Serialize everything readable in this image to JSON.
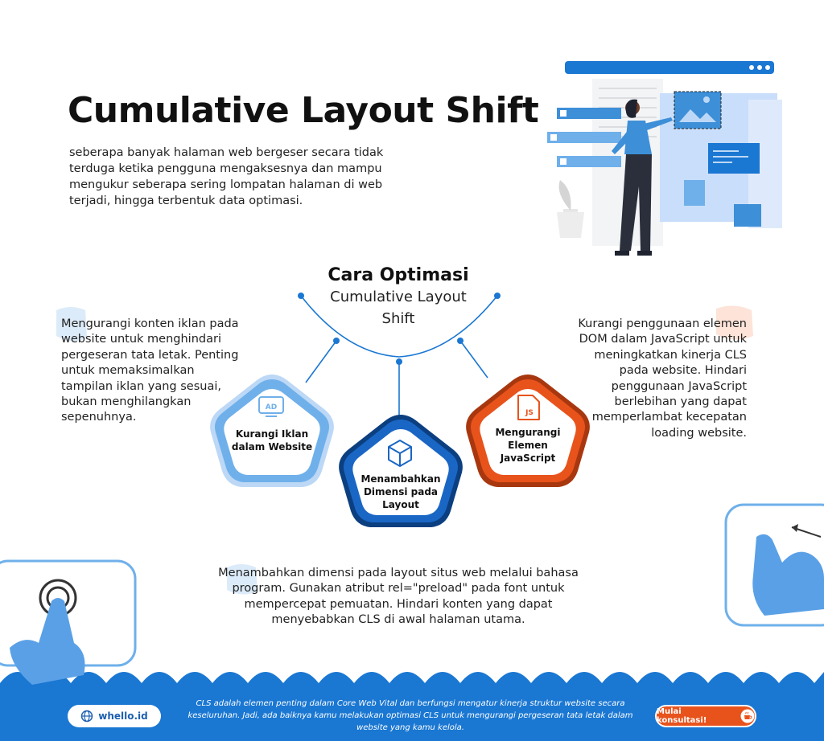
{
  "header": {
    "title": "Cumulative Layout Shift",
    "intro": "seberapa banyak halaman web bergeser secara tidak terduga ketika pengguna mengaksesnya dan mampu mengukur seberapa sering lompatan halaman di web terjadi, hingga terbentuk data optimasi."
  },
  "center": {
    "title_bold": "Cara Optimasi",
    "title_line2": "Cumulative Layout",
    "title_line3": "Shift"
  },
  "methods": [
    {
      "label_line1": "Kurangi Iklan",
      "label_line2": "dalam Website",
      "icon": "ad-icon",
      "icon_text": "AD",
      "color": "#3d8fd8",
      "description": "Mengurangi konten iklan pada website untuk menghindari pergeseran tata letak. Penting untuk memaksimalkan tampilan iklan yang sesuai, bukan menghilangkan sepenuhnya."
    },
    {
      "label_line1": "Menambahkan",
      "label_line2": "Dimensi pada",
      "label_line3": "Layout",
      "icon": "cube-icon",
      "color": "#1a66c4",
      "description": "Menambahkan dimensi pada layout situs web melalui bahasa program. Gunakan atribut rel=\"preload\" pada font untuk mempercepat pemuatan. Hindari konten yang dapat menyebabkan CLS di awal halaman utama."
    },
    {
      "label_line1": "Mengurangi",
      "label_line2": "Elemen",
      "label_line3": "JavaScript",
      "icon": "js-file-icon",
      "icon_text": "JS",
      "color": "#e8531c",
      "description": "Kurangi penggunaan elemen DOM dalam JavaScript untuk meningkatkan kinerja CLS pada website. Hindari penggunaan JavaScript berlebihan yang dapat memperlambat kecepatan loading website."
    }
  ],
  "footer": {
    "text": "CLS adalah elemen penting dalam Core Web Vital dan berfungsi mengatur kinerja struktur website secara keseluruhan. Jadi, ada baiknya kamu melakukan optimasi CLS untuk mengurangi pergeseran tata letak dalam website yang kamu kelola.",
    "brand": "whello.id",
    "cta_label": "Mulai konsultasi!"
  },
  "colors": {
    "primary_blue": "#1a77d2",
    "light_blue": "#6fb0ea",
    "orange": "#e8531c"
  }
}
